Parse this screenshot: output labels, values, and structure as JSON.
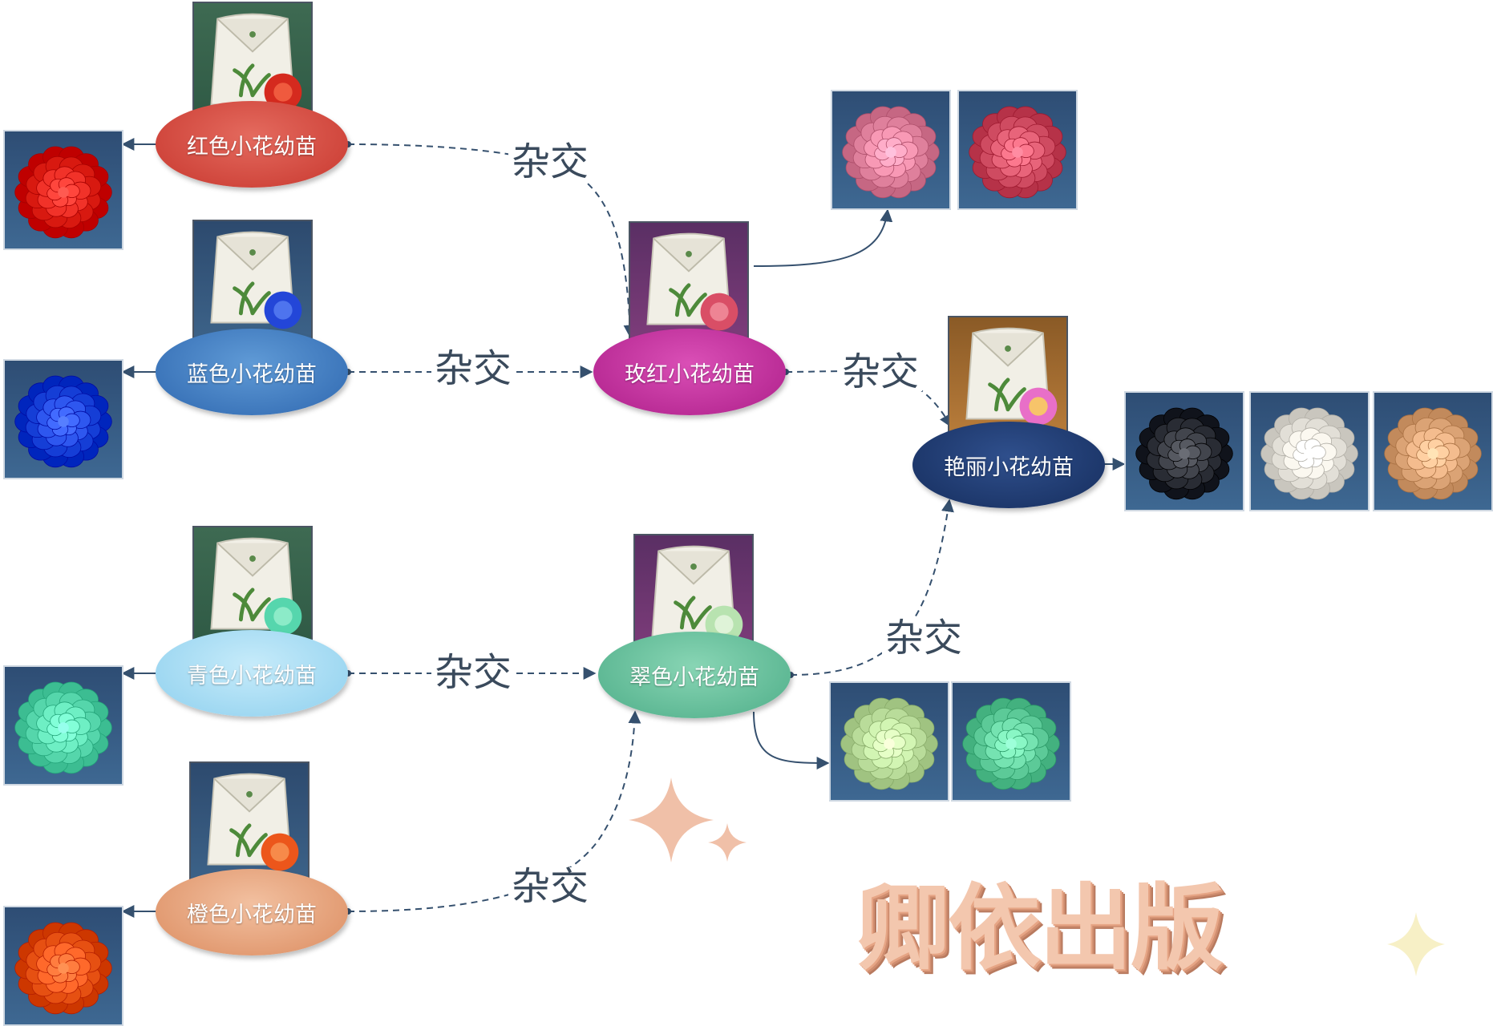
{
  "seedlings": {
    "red": "红色小花幼苗",
    "blue": "蓝色小花幼苗",
    "cyan": "青色小花幼苗",
    "orange": "橙色小花幼苗",
    "rose": "玫红小花幼苗",
    "jade": "翠色小花幼苗",
    "gorgeous": "艳丽小花幼苗"
  },
  "edge_label": "杂交",
  "watermark": "卿依出版",
  "colors": {
    "red": "#d8433a",
    "blue": "#3f7fc6",
    "cyan": "#a6dcf5",
    "orange": "#e6a07a",
    "rose": "#c42c9c",
    "jade": "#65bf9b",
    "gorgeous": "#1f3a70",
    "flower_red": "#e2231a",
    "flower_blue": "#1f48e0",
    "flower_cyan": "#5fe0b5",
    "flower_orange": "#f05a1c",
    "flower_pink_light": "#e98aa6",
    "flower_pink_dark": "#d9556b",
    "flower_black": "#33363e",
    "flower_white": "#ece9e1",
    "flower_peach": "#e5ad7f",
    "flower_light_green": "#c3e6a4",
    "flower_green": "#66d4a2"
  },
  "icons": [
    "seed-pack-icon",
    "flower-icon",
    "sparkle-icon"
  ]
}
